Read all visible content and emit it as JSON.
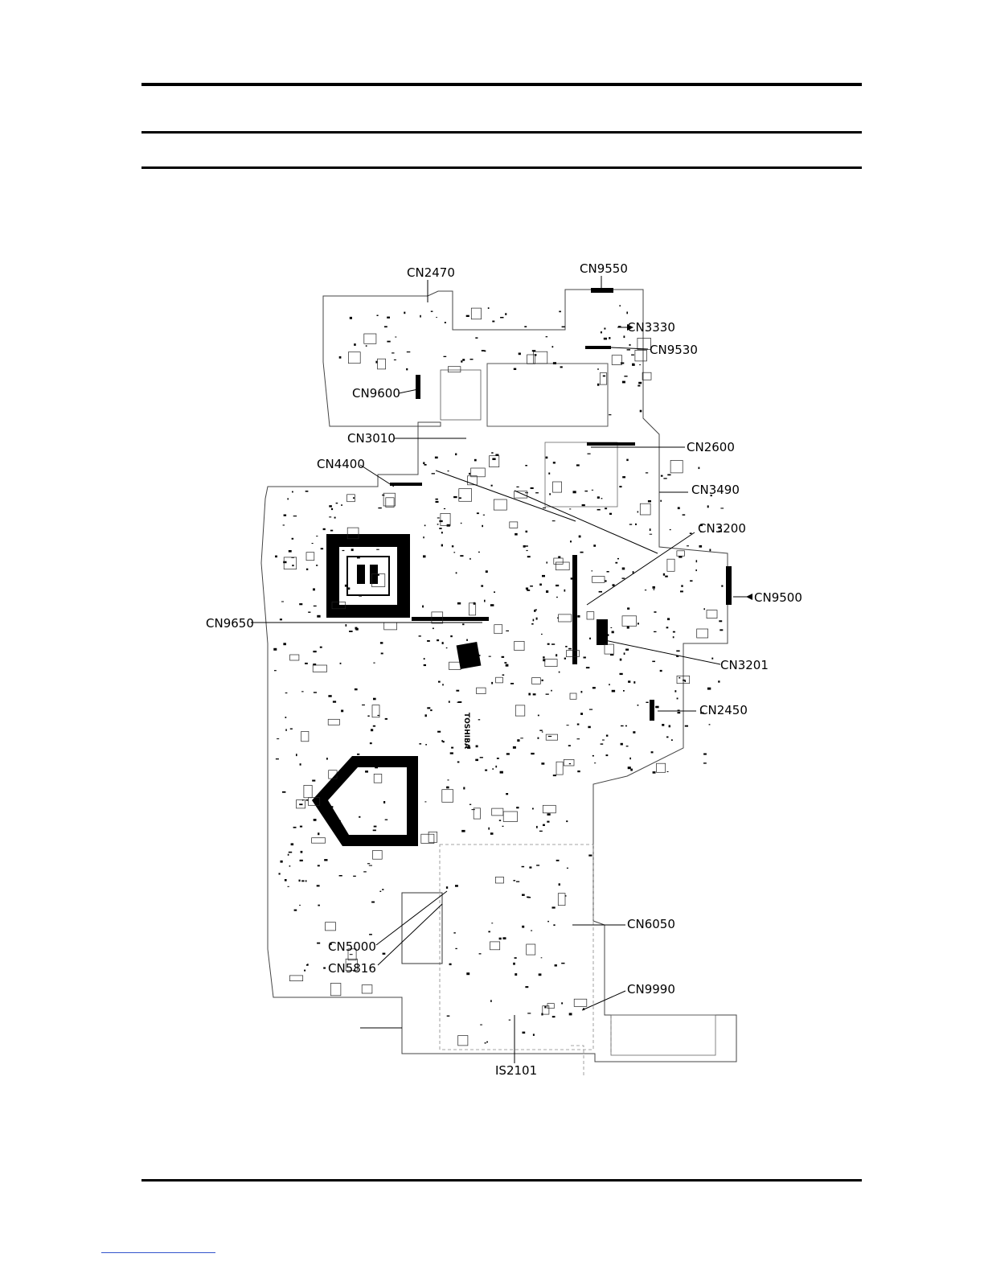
{
  "figure": {
    "labels": [
      {
        "id": "cn2470",
        "text": "CN2470"
      },
      {
        "id": "cn9550",
        "text": "CN9550"
      },
      {
        "id": "cn3330",
        "text": "CN3330"
      },
      {
        "id": "cn9530",
        "text": "CN9530"
      },
      {
        "id": "cn9600",
        "text": "CN9600"
      },
      {
        "id": "cn3010",
        "text": "CN3010"
      },
      {
        "id": "cn2600",
        "text": "CN2600"
      },
      {
        "id": "cn4400",
        "text": "CN4400"
      },
      {
        "id": "cn3490",
        "text": "CN3490"
      },
      {
        "id": "cn3200",
        "text": "CN3200"
      },
      {
        "id": "cn9500",
        "text": "CN9500"
      },
      {
        "id": "cn9650",
        "text": "CN9650"
      },
      {
        "id": "cn3201",
        "text": "CN3201"
      },
      {
        "id": "cn2450",
        "text": "CN2450"
      },
      {
        "id": "cn6050",
        "text": "CN6050"
      },
      {
        "id": "cn5000",
        "text": "CN5000"
      },
      {
        "id": "cn5816",
        "text": "CN5816"
      },
      {
        "id": "cn9990",
        "text": "CN9990"
      },
      {
        "id": "is2101",
        "text": "IS2101"
      }
    ],
    "board_marking": "TOSHIBA"
  }
}
